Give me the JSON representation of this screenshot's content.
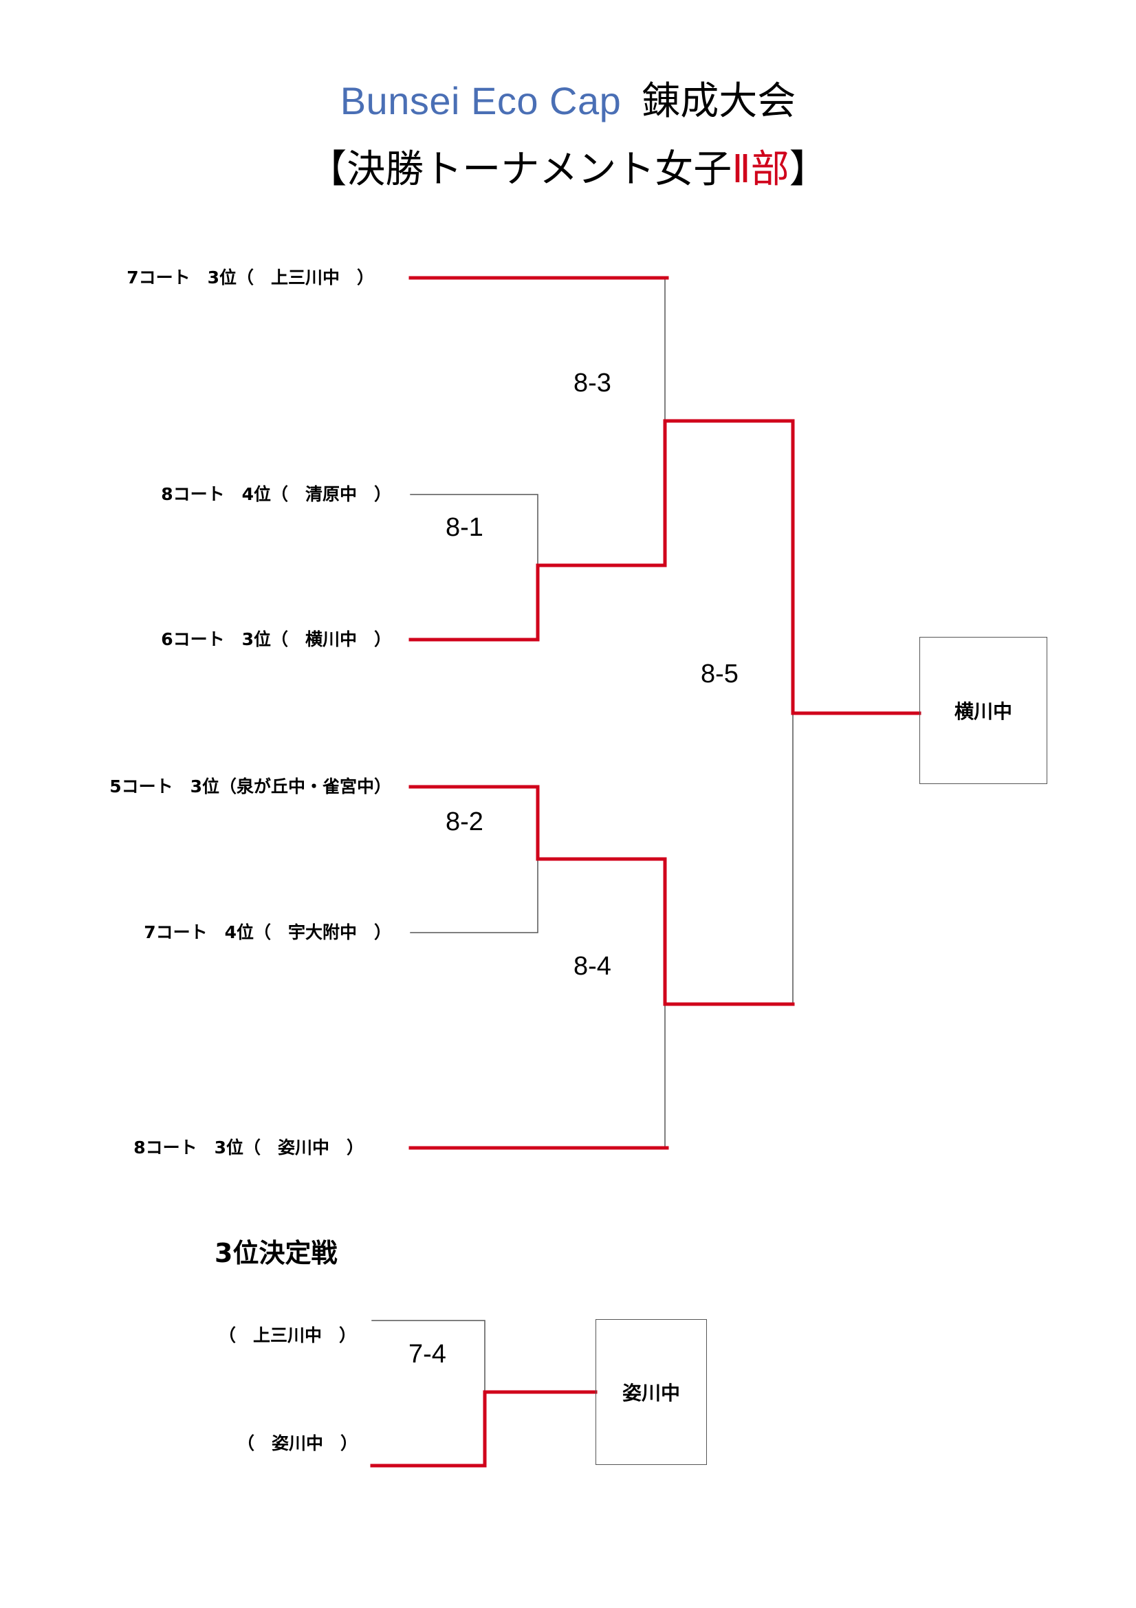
{
  "title": {
    "line1_en": "Bunsei Eco Cap",
    "line1_jp": "錬成大会",
    "line2_pre": "【決勝トーナメント女子",
    "line2_red": "Ⅱ部",
    "line2_post": "】"
  },
  "entries": [
    {
      "label": "7コート　3位（　上三川中　）"
    },
    {
      "label": "8コート　4位（　清原中　）"
    },
    {
      "label": "6コート　3位（　横川中　）"
    },
    {
      "label": "5コート　3位（泉が丘中・雀宮中）"
    },
    {
      "label": "7コート　4位（　宇大附中　）"
    },
    {
      "label": "8コート　3位（　姿川中　）"
    }
  ],
  "matches": {
    "m81": "8-1",
    "m82": "8-2",
    "m83": "8-3",
    "m84": "8-4",
    "m85": "8-5"
  },
  "champion": "横川中",
  "third_place": {
    "title": "3位決定戦",
    "entry1": "（　上三川中　）",
    "entry2": "（　姿川中　）",
    "match": "7-4",
    "winner": "姿川中"
  },
  "colors": {
    "winner_line": "#d0021b",
    "loser_line": "#555555",
    "title_en": "#4a6fb5"
  }
}
